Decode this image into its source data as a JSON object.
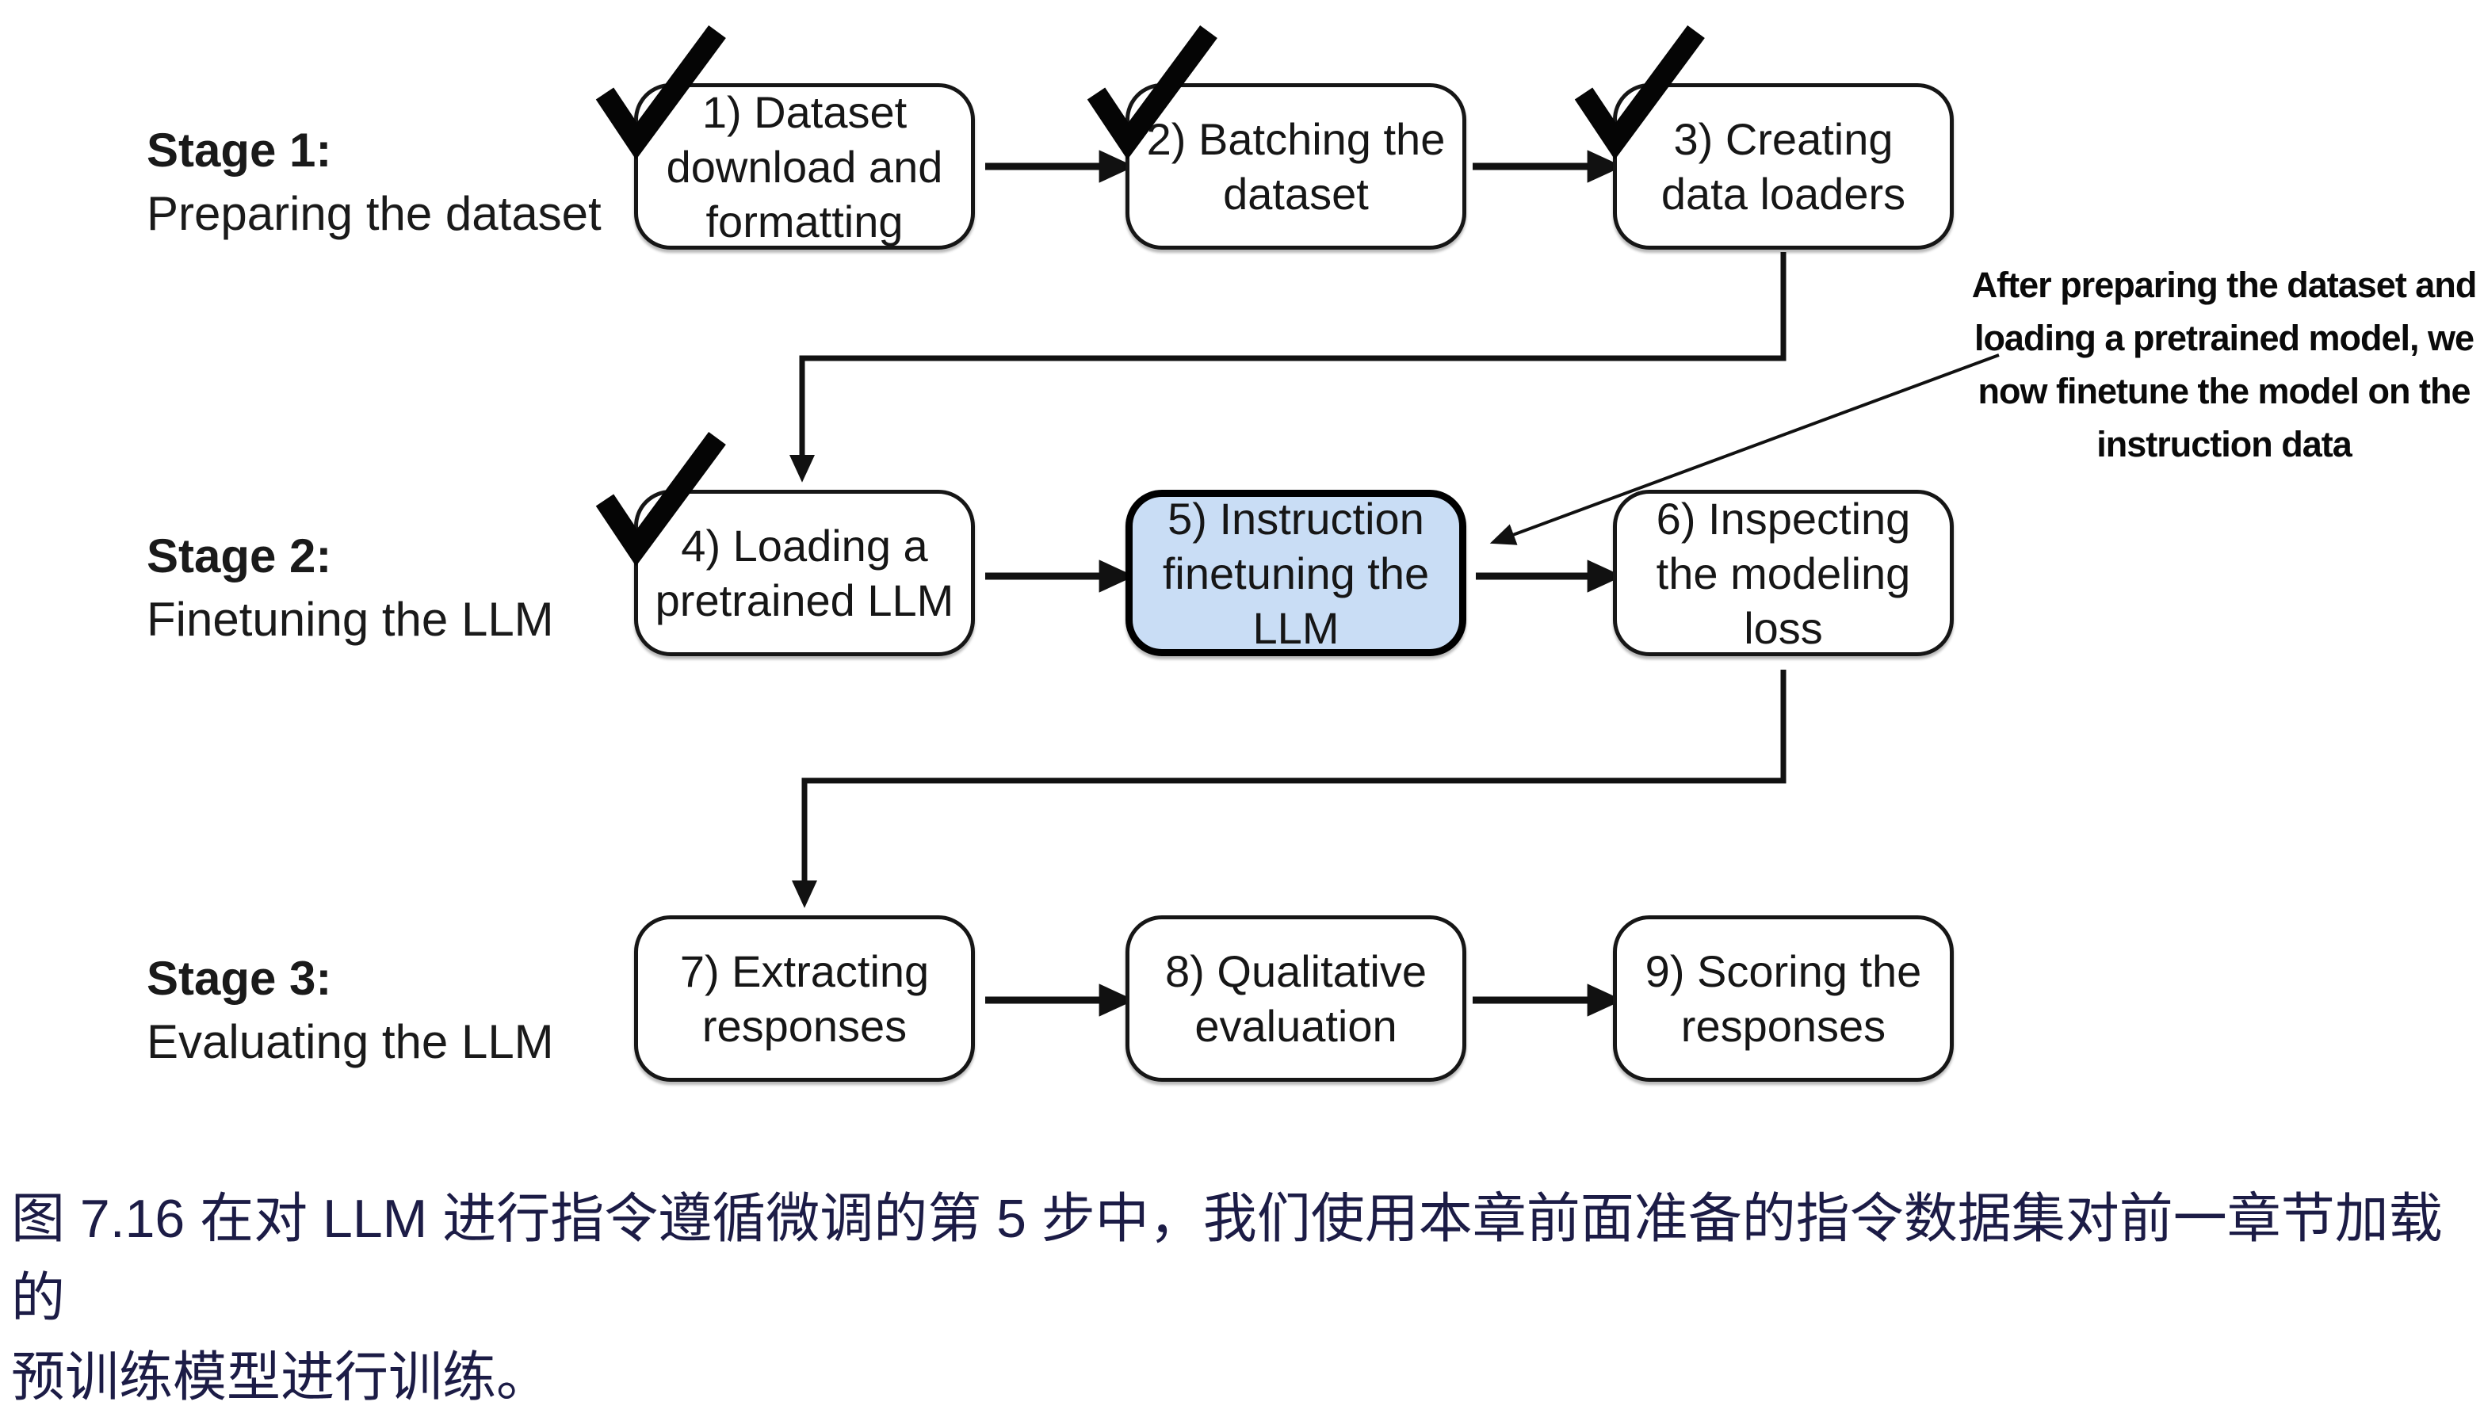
{
  "stages": [
    {
      "title": "Stage 1:",
      "subtitle": "Preparing the dataset"
    },
    {
      "title": "Stage 2:",
      "subtitle": "Finetuning the LLM"
    },
    {
      "title": "Stage 3:",
      "subtitle": "Evaluating the LLM"
    }
  ],
  "boxes": [
    {
      "text": "1) Dataset\ndownload and\nformatting",
      "checked": true,
      "highlighted": false
    },
    {
      "text": "2) Batching the\ndataset",
      "checked": true,
      "highlighted": false
    },
    {
      "text": "3) Creating\ndata loaders",
      "checked": true,
      "highlighted": false
    },
    {
      "text": "4) Loading a\npretrained LLM",
      "checked": true,
      "highlighted": false
    },
    {
      "text": "5) Instruction\nfinetuning the\nLLM",
      "checked": false,
      "highlighted": true
    },
    {
      "text": "6) Inspecting\nthe modeling\nloss",
      "checked": false,
      "highlighted": false
    },
    {
      "text": "7) Extracting\nresponses",
      "checked": false,
      "highlighted": false
    },
    {
      "text": "8) Qualitative\nevaluation",
      "checked": false,
      "highlighted": false
    },
    {
      "text": "9) Scoring the\nresponses",
      "checked": false,
      "highlighted": false
    }
  ],
  "annotation": "After preparing the dataset and\nloading a pretrained model, we\nnow finetune the model on the\ninstruction data",
  "caption": "图 7.16 在对 LLM 进行指令遵循微调的第 5 步中，我们使用本章前面准备的指令数据集对前一章节加载的\n预训练模型进行训练。",
  "colors": {
    "highlight_fill": "#c9ddf5",
    "box_border": "#161616",
    "caption_text": "#1c1c46",
    "annotation_text": "#0a0a0a"
  }
}
